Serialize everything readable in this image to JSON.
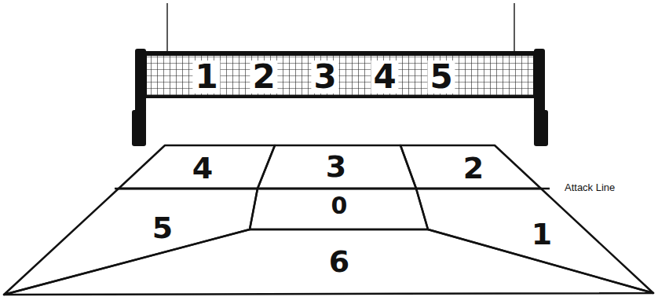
{
  "diagram": {
    "nodes": [
      {
        "text": [
          "4"
        ]
      },
      {
        "text": [
          "3"
        ]
      },
      {
        "text": [
          "2"
        ]
      },
      {
        "text": [
          "5"
        ]
      },
      {
        "text": [
          "0"
        ]
      },
      {
        "text": [
          "1"
        ]
      },
      {
        "text": [
          "6"
        ]
      }
    ],
    "labels": [
      "1",
      "2",
      "3",
      "4",
      "5",
      "Attack Line"
    ]
  }
}
